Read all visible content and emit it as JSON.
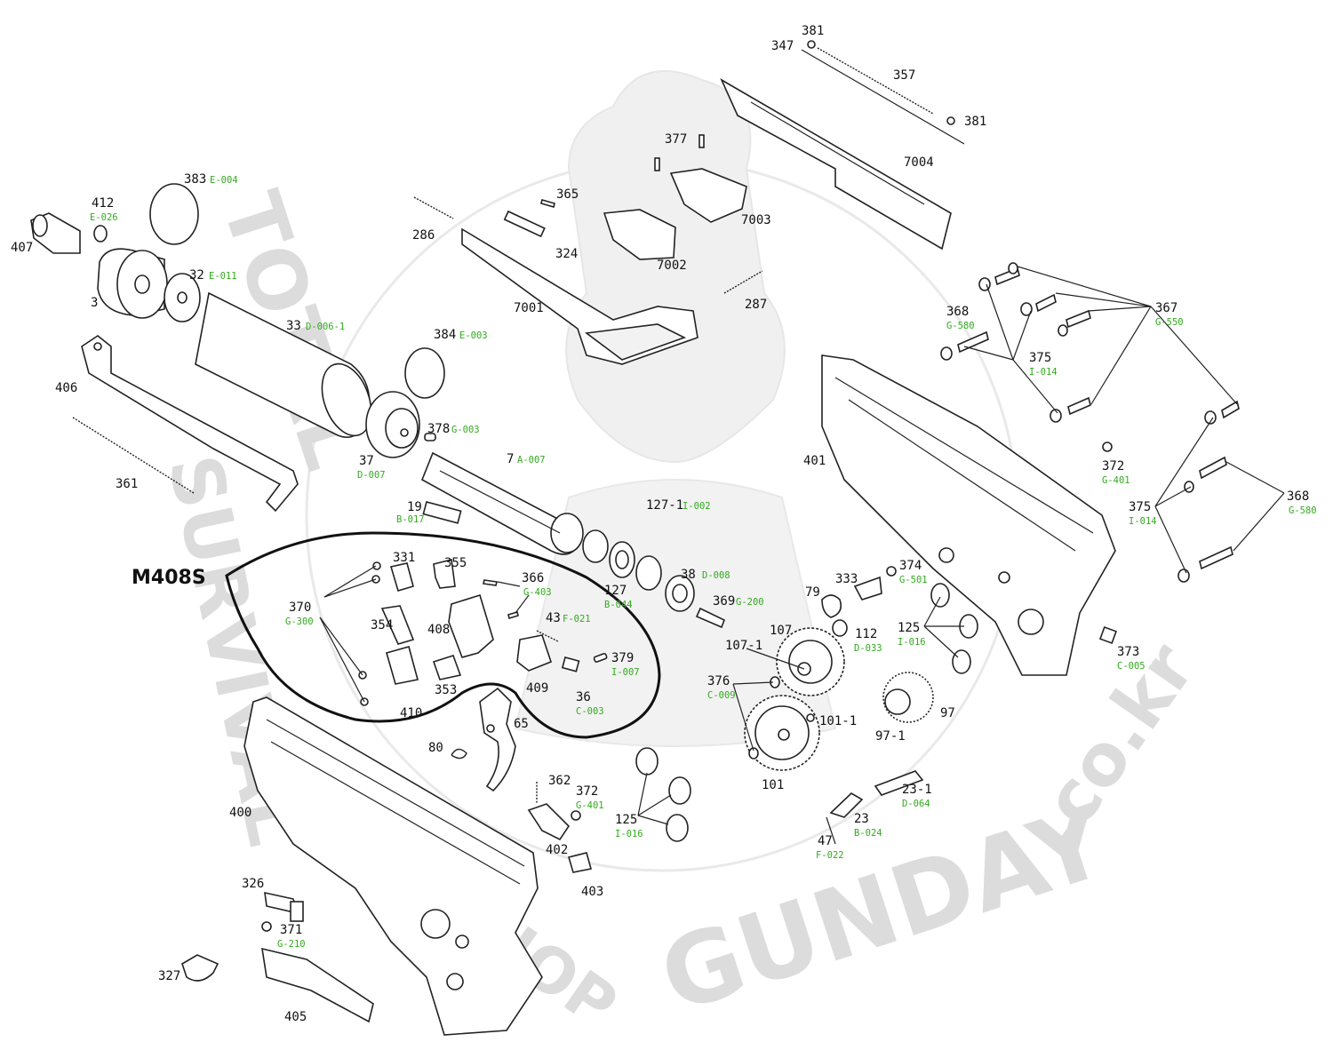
{
  "title": "M408S",
  "watermark": {
    "text_left": "TOTAL SURVIVAL GUN SHOP",
    "text_bottom": "GUNDAY",
    "text_right": ".co.kr"
  },
  "parts": [
    {
      "num": "381",
      "code": ""
    },
    {
      "num": "347",
      "code": ""
    },
    {
      "num": "357",
      "code": ""
    },
    {
      "num": "381",
      "code": ""
    },
    {
      "num": "377",
      "code": ""
    },
    {
      "num": "7004",
      "code": ""
    },
    {
      "num": "383",
      "code": "E-004"
    },
    {
      "num": "412",
      "code": "E-026"
    },
    {
      "num": "407",
      "code": ""
    },
    {
      "num": "365",
      "code": ""
    },
    {
      "num": "7003",
      "code": ""
    },
    {
      "num": "286",
      "code": ""
    },
    {
      "num": "324",
      "code": ""
    },
    {
      "num": "7002",
      "code": ""
    },
    {
      "num": "32",
      "code": "E-011"
    },
    {
      "num": "3",
      "code": ""
    },
    {
      "num": "7001",
      "code": ""
    },
    {
      "num": "287",
      "code": ""
    },
    {
      "num": "368",
      "code": "G-580"
    },
    {
      "num": "367",
      "code": "G-550"
    },
    {
      "num": "33",
      "code": "D-006-1"
    },
    {
      "num": "384",
      "code": "E-003"
    },
    {
      "num": "375",
      "code": "I-014"
    },
    {
      "num": "406",
      "code": ""
    },
    {
      "num": "378",
      "code": "G-003"
    },
    {
      "num": "37",
      "code": "D-007"
    },
    {
      "num": "7",
      "code": "A-007"
    },
    {
      "num": "401",
      "code": ""
    },
    {
      "num": "372",
      "code": "G-401"
    },
    {
      "num": "361",
      "code": ""
    },
    {
      "num": "19",
      "code": "B-017"
    },
    {
      "num": "127-1",
      "code": "I-002"
    },
    {
      "num": "375",
      "code": "I-014"
    },
    {
      "num": "368",
      "code": "G-580"
    },
    {
      "num": "331",
      "code": ""
    },
    {
      "num": "355",
      "code": ""
    },
    {
      "num": "366",
      "code": "G-403"
    },
    {
      "num": "127",
      "code": "B-044"
    },
    {
      "num": "38",
      "code": "D-008"
    },
    {
      "num": "333",
      "code": ""
    },
    {
      "num": "374",
      "code": "G-501"
    },
    {
      "num": "370",
      "code": "G-300"
    },
    {
      "num": "43",
      "code": "F-021"
    },
    {
      "num": "369",
      "code": "G-200"
    },
    {
      "num": "79",
      "code": ""
    },
    {
      "num": "354",
      "code": ""
    },
    {
      "num": "408",
      "code": ""
    },
    {
      "num": "107",
      "code": ""
    },
    {
      "num": "112",
      "code": "D-033"
    },
    {
      "num": "125",
      "code": "I-016"
    },
    {
      "num": "373",
      "code": "C-005"
    },
    {
      "num": "107-1",
      "code": ""
    },
    {
      "num": "379",
      "code": "I-007"
    },
    {
      "num": "353",
      "code": ""
    },
    {
      "num": "376",
      "code": "C-009"
    },
    {
      "num": "409",
      "code": ""
    },
    {
      "num": "36",
      "code": "C-003"
    },
    {
      "num": "410",
      "code": ""
    },
    {
      "num": "97",
      "code": ""
    },
    {
      "num": "101-1",
      "code": ""
    },
    {
      "num": "65",
      "code": ""
    },
    {
      "num": "97-1",
      "code": ""
    },
    {
      "num": "80",
      "code": ""
    },
    {
      "num": "101",
      "code": ""
    },
    {
      "num": "362",
      "code": ""
    },
    {
      "num": "372",
      "code": "G-401"
    },
    {
      "num": "23-1",
      "code": "D-064"
    },
    {
      "num": "400",
      "code": ""
    },
    {
      "num": "125",
      "code": "I-016"
    },
    {
      "num": "23",
      "code": "B-024"
    },
    {
      "num": "47",
      "code": "F-022"
    },
    {
      "num": "402",
      "code": ""
    },
    {
      "num": "326",
      "code": ""
    },
    {
      "num": "403",
      "code": ""
    },
    {
      "num": "371",
      "code": "G-210"
    },
    {
      "num": "327",
      "code": ""
    },
    {
      "num": "405",
      "code": ""
    }
  ]
}
